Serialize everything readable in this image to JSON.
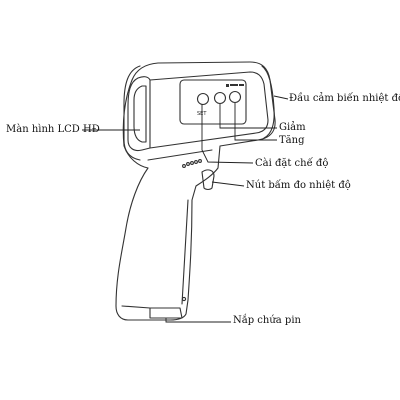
{
  "diagram": {
    "labels": {
      "lcd_screen": "Màn hình LCD HĐ",
      "sensor_head": "Đầu cảm biến nhiệt độ",
      "decrease": "Giảm",
      "increase": "Tăng",
      "settings": "Cài đặt chế độ",
      "trigger": "Nút bấm đo nhiệt độ",
      "battery_cover": "Nắp chứa pin"
    },
    "device_markings": {
      "set_button": "SET"
    }
  }
}
